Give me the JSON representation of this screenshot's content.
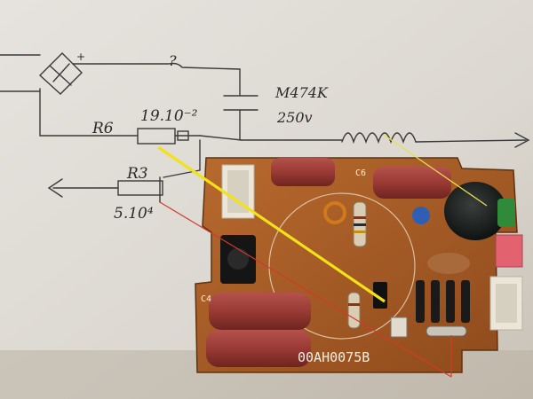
{
  "sketch": {
    "plus_mark": "+",
    "question_mark": "?",
    "r6_label": "R6",
    "r6_value": "19.10⁻²",
    "r3_label": "R3",
    "r3_value": "5.10⁴",
    "cap_part": "M474K",
    "cap_voltage": "250v"
  },
  "board": {
    "silkscreen_c6": "C6",
    "silkscreen_c4": "C4",
    "part_number": "00AH0075B"
  },
  "colors": {
    "paper": "#e7e4df",
    "pcb": "#a85a22",
    "capacitor": "#9a3a35",
    "ink": "#3a3a3a",
    "yellow_line": "#f2e21a",
    "red_line": "#d23a2a"
  }
}
